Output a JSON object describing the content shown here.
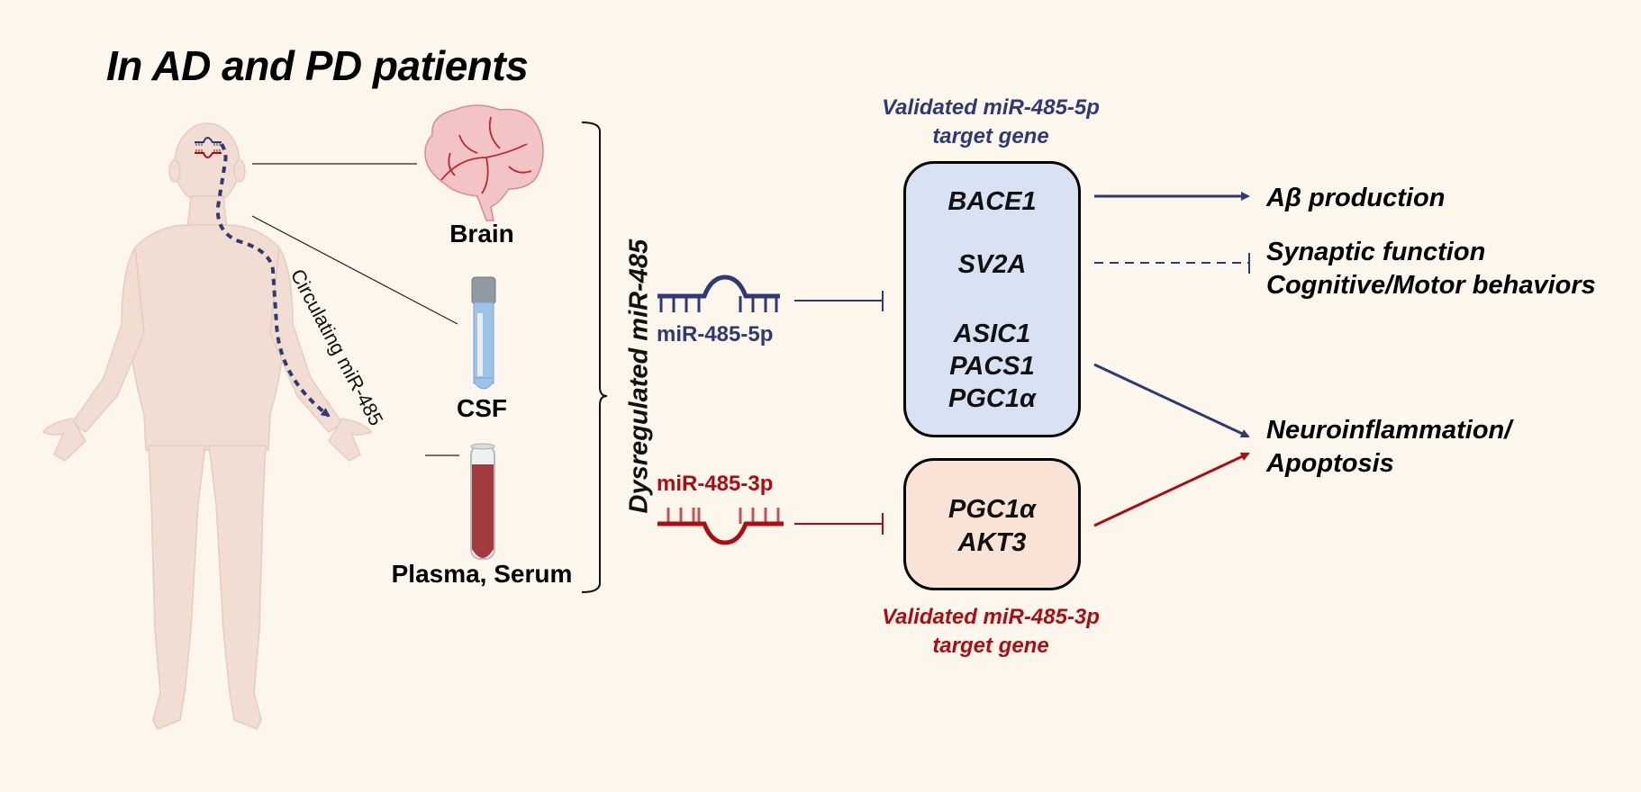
{
  "title": "In AD and PD patients",
  "colors": {
    "background": "#fdf6ec",
    "mir5p": "#2e3a74",
    "mir3p": "#ab0e12",
    "box5p_fill": "#d9e2f3",
    "box3p_fill": "#f9e3d6",
    "skin": "#f1ddd2"
  },
  "body_figure": {
    "circulating_label": "Circulating miR-485"
  },
  "samples": [
    {
      "name": "Brain",
      "icon": "brain-icon"
    },
    {
      "name": "CSF",
      "icon": "csf-tube-icon"
    },
    {
      "name": "Plasma, Serum",
      "icon": "blood-tube-icon"
    }
  ],
  "bracket_label": "Dysregulated miR-485",
  "mirnas": {
    "mir5p": {
      "label": "miR-485-5p",
      "icon": "mirna-hairpin-up-icon"
    },
    "mir3p": {
      "label": "miR-485-3p",
      "icon": "mirna-hairpin-down-icon"
    }
  },
  "targets": {
    "mir5p": {
      "caption_line1": "Validated miR-485-5p",
      "caption_line2": "target gene",
      "genes": [
        "BACE1",
        "SV2A",
        "ASIC1",
        "PACS1",
        "PGC1α"
      ]
    },
    "mir3p": {
      "caption_line1": "Validated miR-485-3p",
      "caption_line2": "target gene",
      "genes": [
        "PGC1α",
        "AKT3"
      ]
    }
  },
  "outcomes": {
    "abeta": "Aβ production",
    "synaptic_line1": "Synaptic function",
    "synaptic_line2": "Cognitive/Motor behaviors",
    "neuro_line1": "Neuroinflammation/",
    "neuro_line2": "Apoptosis"
  },
  "edges": [
    {
      "from": "BACE1",
      "to": "Aβ production",
      "type": "activation",
      "style": "solid"
    },
    {
      "from": "SV2A",
      "to": "Synaptic function / Cognitive/Motor behaviors",
      "type": "inhibition",
      "style": "dashed"
    },
    {
      "from": "ASIC1/PACS1/PGC1α",
      "to": "Neuroinflammation/Apoptosis",
      "type": "activation",
      "style": "solid"
    },
    {
      "from": "PGC1α/AKT3",
      "to": "Neuroinflammation/Apoptosis",
      "type": "activation",
      "style": "solid"
    },
    {
      "from": "miR-485-5p",
      "to": "miR-485-5p target genes",
      "type": "inhibition",
      "style": "solid"
    },
    {
      "from": "miR-485-3p",
      "to": "miR-485-3p target genes",
      "type": "inhibition",
      "style": "solid"
    }
  ]
}
